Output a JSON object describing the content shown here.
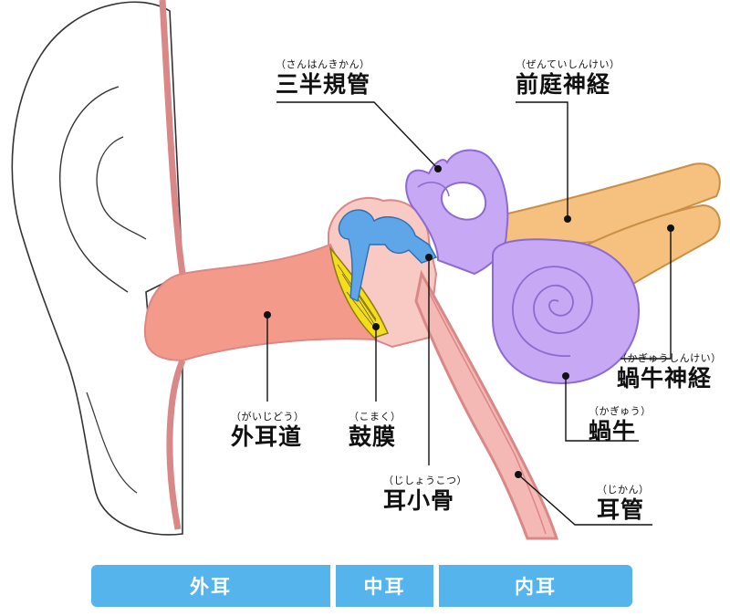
{
  "labels": {
    "semicircular": {
      "ruby": "（さんはんきかん）",
      "name": "三半規管"
    },
    "vestibular_nerve": {
      "ruby": "（ぜんていしんけい）",
      "name": "前庭神経"
    },
    "cochlear_nerve": {
      "ruby": "（かぎゅうしんけい）",
      "name": "蝸牛神経"
    },
    "cochlea": {
      "ruby": "（かぎゅう）",
      "name": "蝸牛"
    },
    "ear_canal": {
      "ruby": "（がいじどう）",
      "name": "外耳道"
    },
    "eardrum": {
      "ruby": "（こまく）",
      "name": "鼓膜"
    },
    "ossicles": {
      "ruby": "（じしょうこつ）",
      "name": "耳小骨"
    },
    "eustachian": {
      "ruby": "（じかん）",
      "name": "耳管"
    }
  },
  "regions": {
    "outer": "外耳",
    "middle": "中耳",
    "inner": "内耳"
  },
  "colors": {
    "outline": "#d98787",
    "canal": "#f49a8a",
    "middle": "#f9c9c4",
    "ossicle": "#5fa6e8",
    "eardrum": "#f3dd1c",
    "inner_ear": "#c7a8f5",
    "nerve": "#f6c07f",
    "tube": "#f5b9b5",
    "bar": "#55b4ec"
  }
}
